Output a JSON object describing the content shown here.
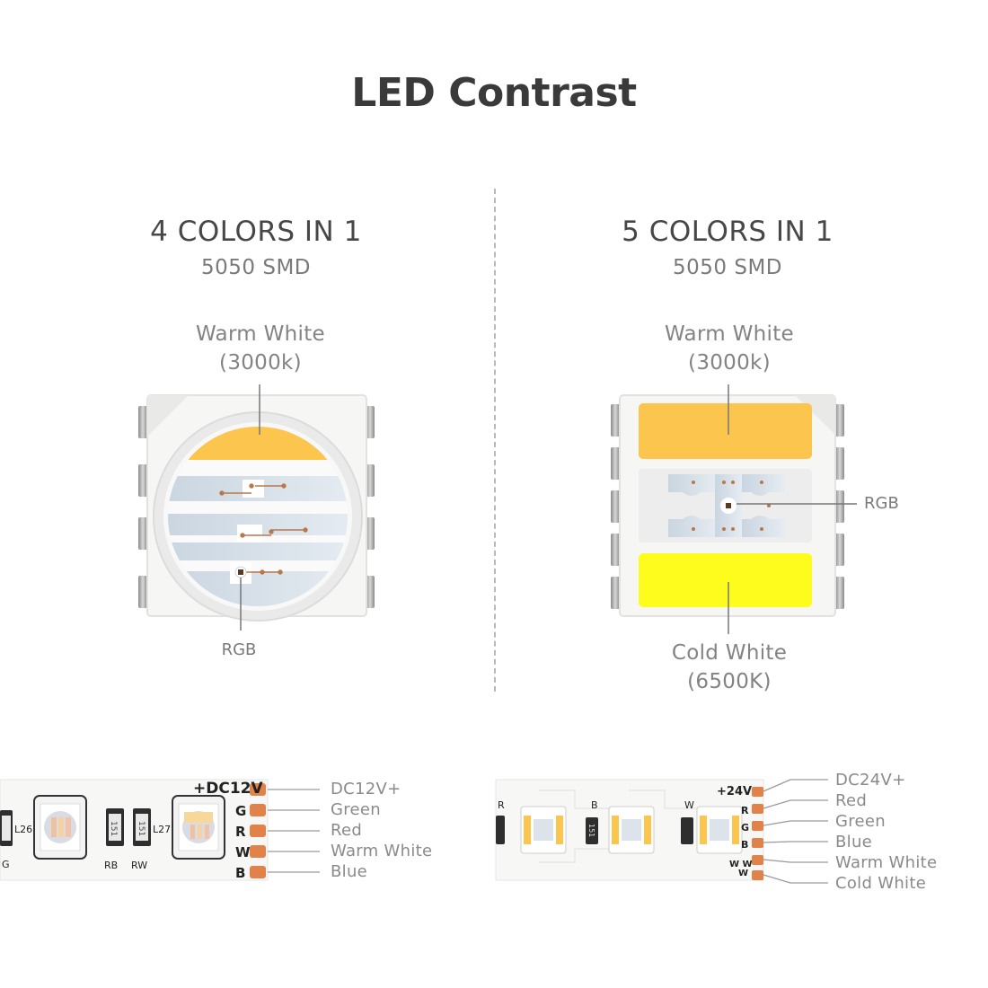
{
  "title": "LED Contrast",
  "left": {
    "heading": "4 COLORS IN 1",
    "subheading": "5050 SMD",
    "warm_label_line1": "Warm White",
    "warm_label_line2": "(3000k)",
    "rgb_label": "RGB",
    "strip": {
      "connector": "+DC12V",
      "pins": [
        "G",
        "R",
        "W",
        "B"
      ],
      "board_marks": [
        "L26",
        "L27",
        "RB",
        "RW",
        "151",
        "151",
        "G"
      ],
      "wire_labels": [
        "DC12V+",
        "Green",
        "Red",
        "Warm White",
        "Blue"
      ]
    }
  },
  "right": {
    "heading": "5 COLORS IN 1",
    "subheading": "5050 SMD",
    "warm_label_line1": "Warm White",
    "warm_label_line2": "(3000k)",
    "rgb_label": "RGB",
    "cold_label_line1": "Cold White",
    "cold_label_line2": "(6500K)",
    "strip": {
      "connector": "+24V",
      "pins": [
        "R",
        "G",
        "B",
        "W W",
        "W"
      ],
      "board_marks": [
        "R",
        "B",
        "W",
        "151"
      ],
      "wire_labels": [
        "DC24V+",
        "Red",
        "Green",
        "Blue",
        "Warm White",
        "Cold White"
      ]
    }
  },
  "colors": {
    "warm_white": "#fbc54e",
    "cold_white": "#fdfc1c",
    "copper_pad": "#e0824a",
    "package": "#f7f7f5",
    "pin": "#9a9a9a"
  }
}
